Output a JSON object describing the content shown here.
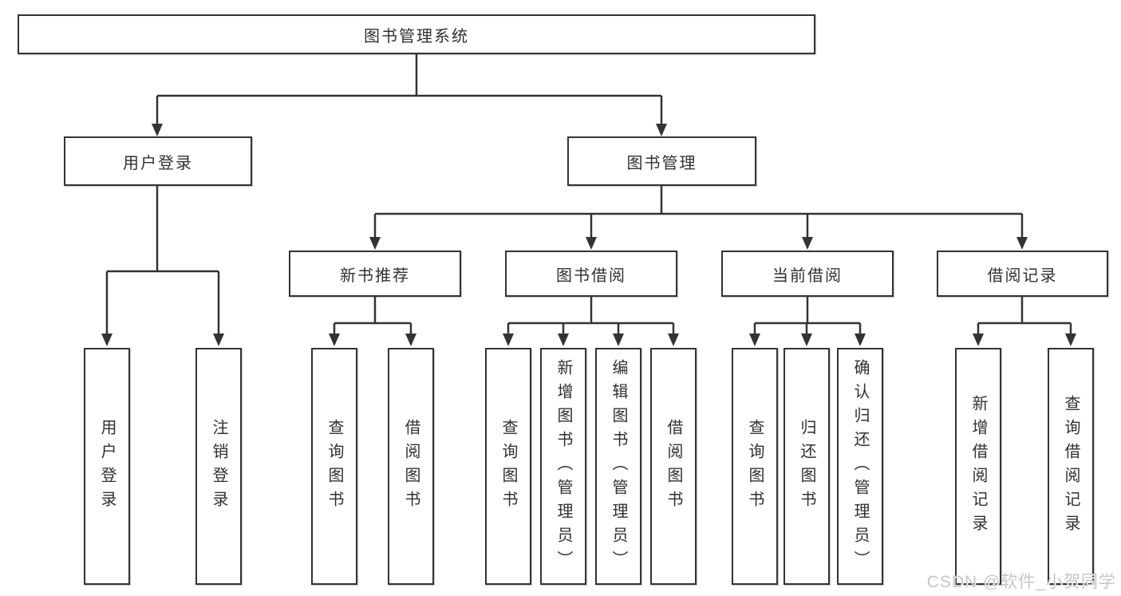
{
  "title": "图书管理系统",
  "tree": {
    "root": {
      "label": "图书管理系统"
    },
    "user_login": {
      "label": "用户登录",
      "children": [
        "用户登录",
        "注销登录"
      ]
    },
    "book_mgmt": {
      "label": "图书管理"
    },
    "new_book": {
      "label": "新书推荐",
      "children": [
        "查询图书",
        "借阅图书"
      ]
    },
    "book_borrow": {
      "label": "图书借阅",
      "children": [
        "查询图书",
        "新增图书（管理员）",
        "编辑图书（管理员）",
        "借阅图书"
      ]
    },
    "current_borrow": {
      "label": "当前借阅",
      "children": [
        "查询图书",
        "归还图书",
        "确认归还（管理员）"
      ]
    },
    "borrow_record": {
      "label": "借阅记录",
      "children": [
        "新增借阅记录",
        "查询借阅记录"
      ]
    }
  },
  "watermark": "CSDN @软件_小贺同学",
  "colors": {
    "line": "#333333",
    "box_border": "#333333",
    "box_fill": "#ffffff",
    "text": "#303030",
    "watermark": "#c6c6c6"
  }
}
